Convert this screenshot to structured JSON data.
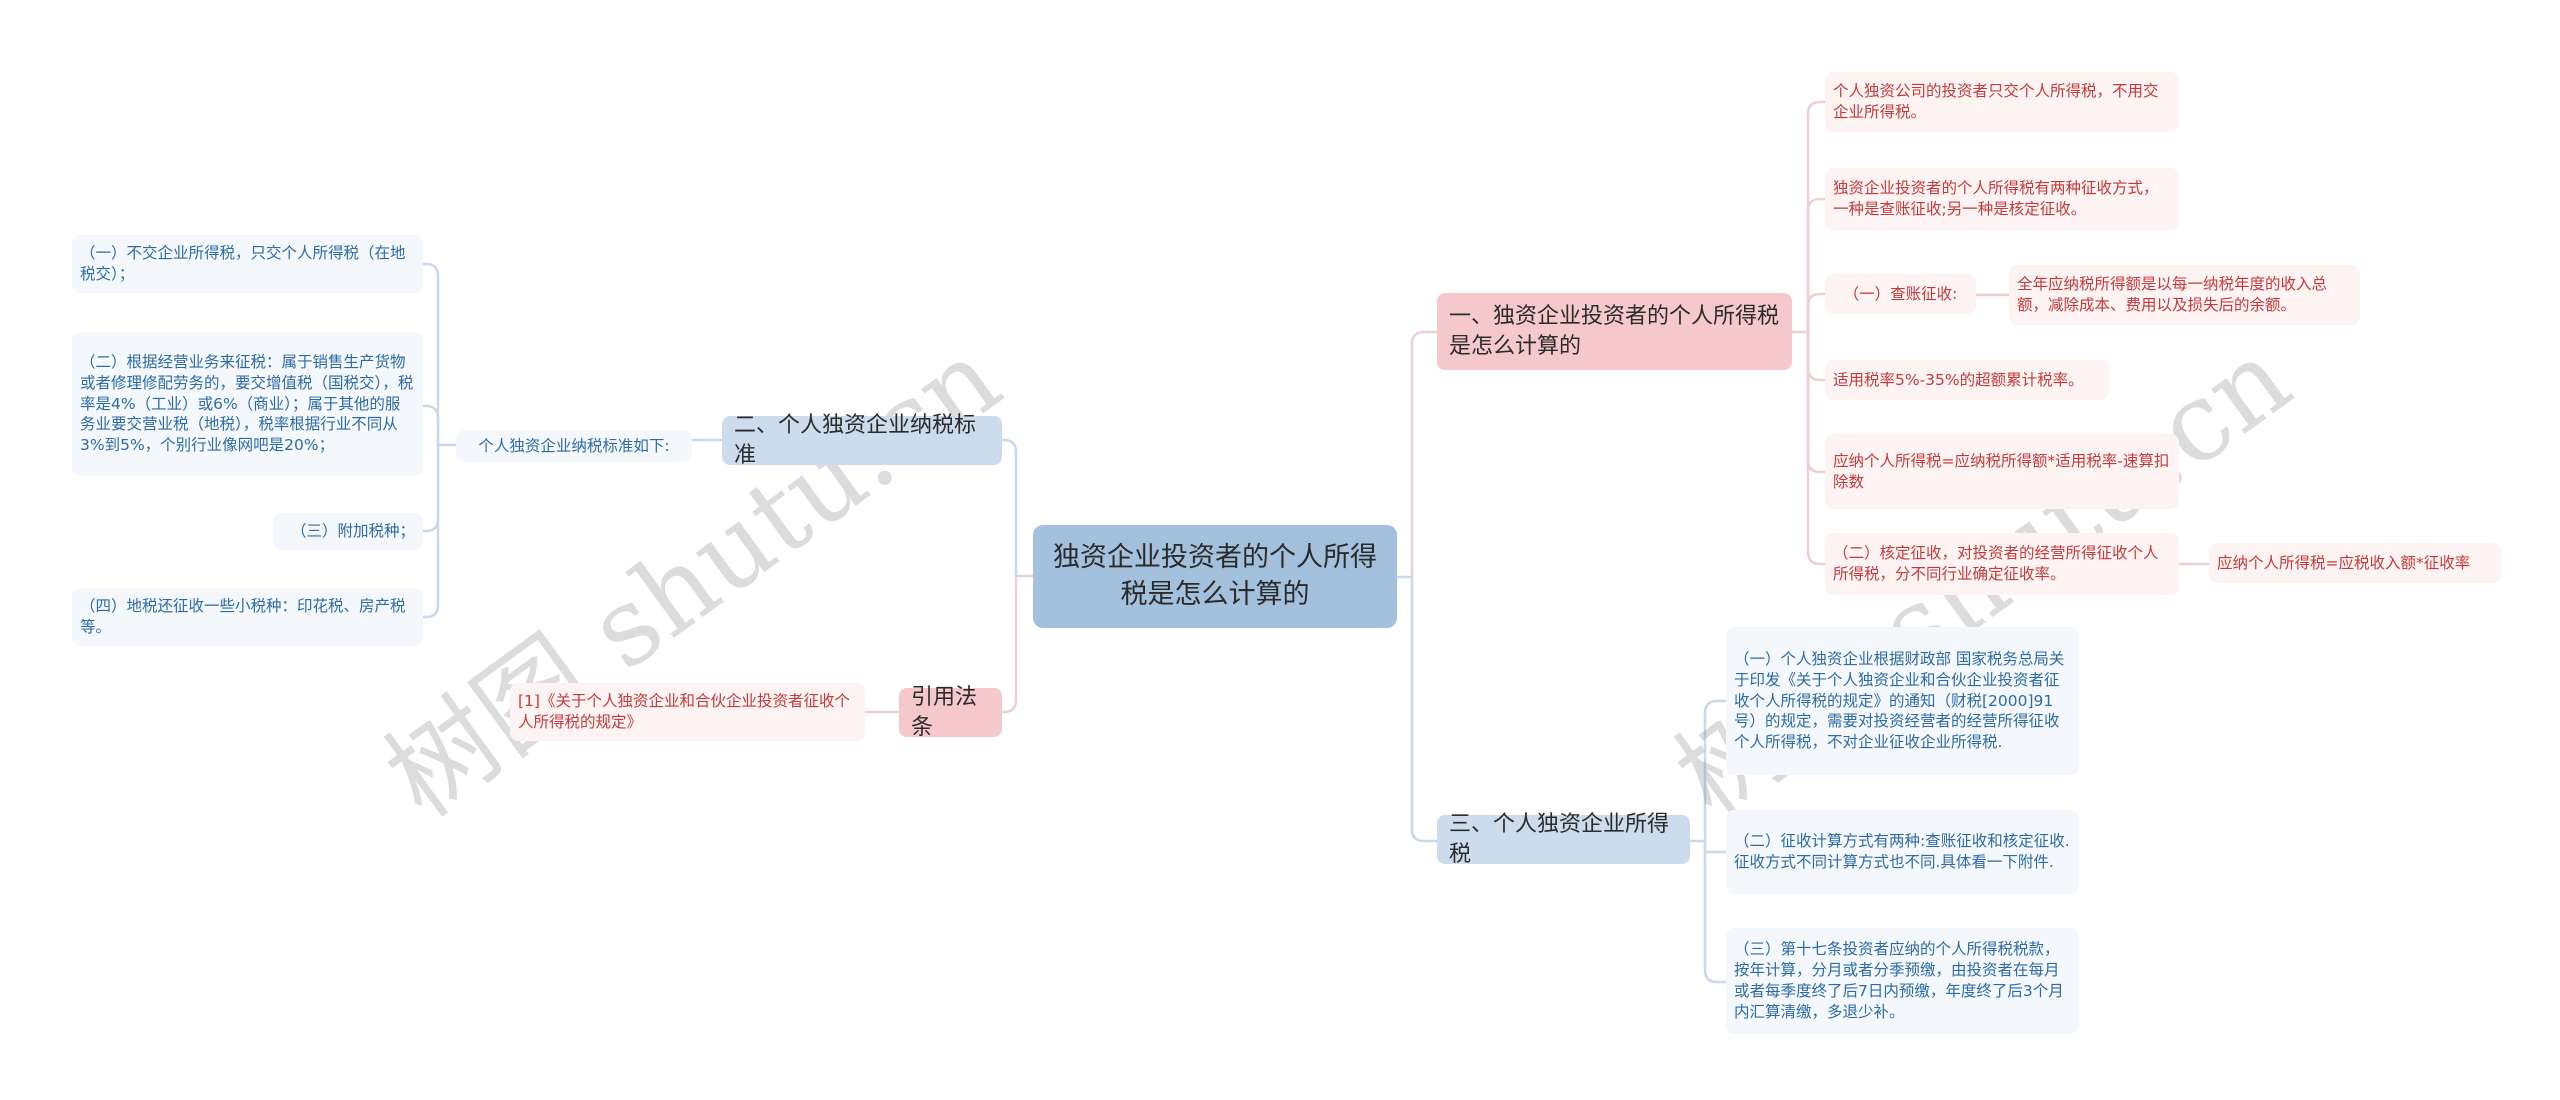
{
  "colors": {
    "root_fill": "#a3c1dc",
    "blue_branch_fill": "#ccdcec",
    "pink_branch_fill": "#f5c9cc",
    "blue_text": "#2c6ba5",
    "pink_text": "#c43a3a",
    "blue_line": "#c9d9ea",
    "pink_line": "#edcfd2"
  },
  "root": {
    "label": "独资企业投资者的个人所得税是怎么计算的"
  },
  "left": {
    "branch_standard": {
      "label": "二、个人独资企业纳税标准",
      "intro": "个人独资企业纳税标准如下:",
      "items": [
        "（一）不交企业所得税，只交个人所得税（在地税交）；",
        "（二）根据经营业务来征税：属于销售生产货物或者修理修配劳务的，要交增值税（国税交），税率是4%（工业）或6%（商业）；属于其他的服务业要交营业税（地税），税率根据行业不同从3%到5%，个别行业像网吧是20%；",
        "（三）附加税种；",
        "（四）地税还征收一些小税种：印花税、房产税等。"
      ]
    },
    "branch_citation": {
      "label": "引用法条",
      "items": [
        "[1]《关于个人独资企业和合伙企业投资者征收个人所得税的规定》"
      ]
    }
  },
  "right": {
    "branch_calc": {
      "label": "一、独资企业投资者的个人所得税是怎么计算的",
      "items": [
        {
          "text": "个人独资公司的投资者只交个人所得税，不用交企业所得税。"
        },
        {
          "text": "独资企业投资者的个人所得税有两种征收方式，一种是查账征收;另一种是核定征收。"
        },
        {
          "text": "（一）查账征收:",
          "child": "全年应纳税所得额是以每一纳税年度的收入总额，减除成本、费用以及损失后的余额。"
        },
        {
          "text": "适用税率5%-35%的超额累计税率。"
        },
        {
          "text": "应纳个人所得税=应纳税所得额*适用税率-速算扣除数"
        },
        {
          "text": "（二）核定征收，对投资者的经营所得征收个人所得税，分不同行业确定征收率。",
          "child": "应纳个人所得税=应税收入额*征收率"
        }
      ]
    },
    "branch_corp": {
      "label": "三、个人独资企业所得税",
      "items": [
        "（一）个人独资企业根据财政部 国家税务总局关于印发《关于个人独资企业和合伙企业投资者征收个人所得税的规定》的通知（财税[2000]91号）的规定，需要对投资经营者的经营所得征收个人所得税，不对企业征收企业所得税.",
        "（二）征收计算方式有两种:查账征收和核定征收.征收方式不同计算方式也不同.具体看一下附件.",
        "（三）第十七条投资者应纳的个人所得税税款，按年计算，分月或者分季预缴，由投资者在每月或者每季度终了后7日内预缴，年度终了后3个月内汇算清缴，多退少补。"
      ]
    }
  },
  "watermarks": [
    "树图 shutu.cn",
    "树图 shutu.cn"
  ]
}
